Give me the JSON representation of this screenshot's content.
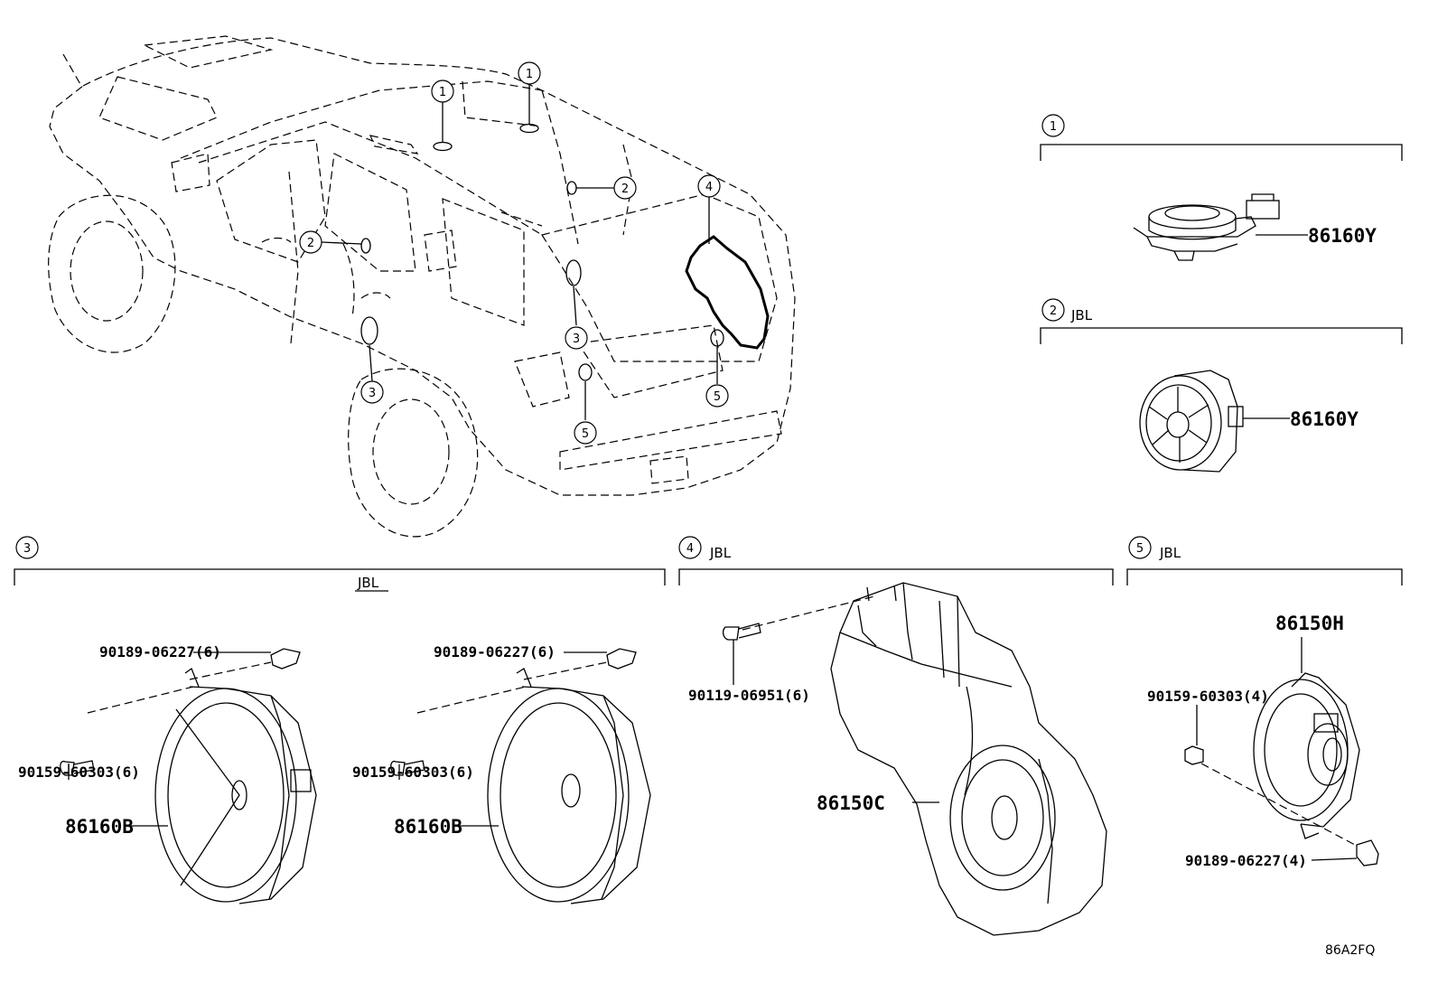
{
  "sections": {
    "s1": {
      "num": "1",
      "tag": "",
      "part": "86160Y"
    },
    "s2": {
      "num": "2",
      "tag": "JBL",
      "part": "86160Y"
    },
    "s3": {
      "num": "3",
      "tag": "JBL",
      "left": {
        "clip": "90189-06227(6)",
        "screw": "90159-60303(6)",
        "speaker": "86160B"
      },
      "right": {
        "clip": "90189-06227(6)",
        "screw": "90159-60303(6)",
        "speaker": "86160B"
      }
    },
    "s4": {
      "num": "4",
      "tag": "JBL",
      "bolt": "90119-06951(6)",
      "woofer": "86150C"
    },
    "s5": {
      "num": "5",
      "tag": "JBL",
      "speaker": "86150H",
      "screw": "90159-60303(4)",
      "clip": "90189-06227(4)"
    }
  },
  "callouts": [
    "1",
    "1",
    "2",
    "2",
    "3",
    "3",
    "4",
    "5",
    "5"
  ],
  "diagram_code": "86A2FQ"
}
